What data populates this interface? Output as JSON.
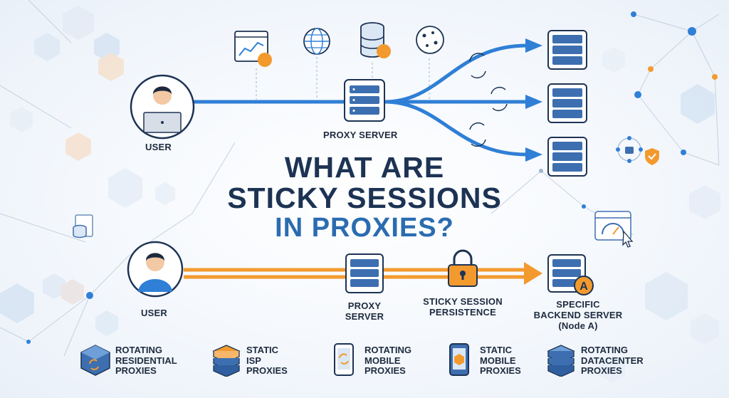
{
  "title": {
    "line1": "WHAT ARE",
    "line2": "STICKY SESSIONS",
    "line3": "IN PROXIES?"
  },
  "top_flow": {
    "user_label": "USER",
    "proxy_label": "PROXY SERVER",
    "icons": [
      "analytics-icon",
      "globe-icon",
      "database-icon",
      "cookie-icon"
    ],
    "backend_count": 3
  },
  "bottom_flow": {
    "user_label": "USER",
    "proxy_label_line1": "PROXY",
    "proxy_label_line2": "SERVER",
    "lock_label_line1": "STICKY SESSION",
    "lock_label_line2": "PERSISTENCE",
    "backend_label_line1": "SPECIFIC",
    "backend_label_line2": "BACKEND SERVER",
    "backend_label_line3": "(Node A)",
    "node_badge": "A"
  },
  "legend": [
    {
      "line1": "ROTATING",
      "line2": "RESIDENTIAL",
      "line3": "PROXIES",
      "icon": "cube-rotate-icon"
    },
    {
      "line1": "STATIC",
      "line2": "ISP",
      "line3": "PROXIES",
      "icon": "stack-icon"
    },
    {
      "line1": "ROTATING",
      "line2": "MOBILE",
      "line3": "PROXIES",
      "icon": "mobile-rotate-icon"
    },
    {
      "line1": "STATIC",
      "line2": "MOBILE",
      "line3": "PROXIES",
      "icon": "mobile-static-icon"
    },
    {
      "line1": "ROTATING",
      "line2": "DATACENTER",
      "line3": "PROXIES",
      "icon": "datacenter-stack-icon"
    }
  ],
  "colors": {
    "blue": "#2f7fd6",
    "dark_blue": "#1d3354",
    "orange": "#f39a2f",
    "server_fill": "#3d6fb0"
  }
}
